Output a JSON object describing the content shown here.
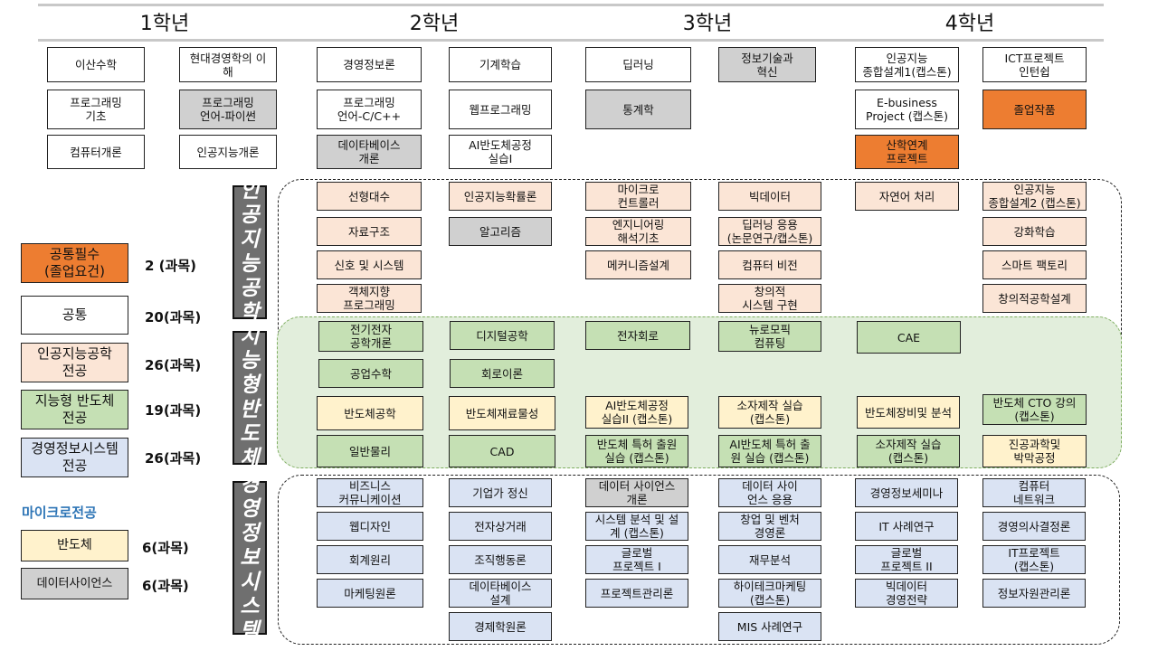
{
  "years": [
    "1학년",
    "2학년",
    "3학년",
    "4학년"
  ],
  "tracks": {
    "ai": "인\n공\n지\n능\n공\n학",
    "semi": "지\n능\n형\n반\n도\n체",
    "mis": "경\n영\n정\n보\n시\n스\n템"
  },
  "colors": {
    "required": "#ed7d31",
    "common": "#ffffff",
    "ai": "#fbe5d6",
    "semiconductor": "#c5e0b4",
    "mis": "#dae3f3",
    "micro_semiconductor": "#fff2cc",
    "micro_data_science": "#d0d0d0"
  },
  "legend": [
    {
      "label": "공통필수\n(졸업요건)",
      "count": "2 (과목)"
    },
    {
      "label": "공통",
      "count": "20(과목)"
    },
    {
      "label": "인공지능공학\n전공",
      "count": "26(과목)"
    },
    {
      "label": "지능형 반도체\n전공",
      "count": "19(과목)"
    },
    {
      "label": "경영정보시스템\n전공",
      "count": "26(과목)"
    }
  ],
  "micro": {
    "title": "마이크로전공",
    "items": [
      {
        "label": "반도체",
        "count": "6(과목)"
      },
      {
        "label": "데이터사이언스",
        "count": "6(과목)"
      }
    ]
  },
  "courses": [
    "이산수학",
    "현대경영학의 이\n해",
    "프로그래밍\n기초",
    "프로그래밍\n언어-파이썬",
    "컴퓨터개론",
    "인공지능개론",
    "경영정보론",
    "기계학습",
    "프로그래밍\n언어-C/C++",
    "웹프로그래밍",
    "데이타베이스\n개론",
    "AI반도체공정\n실습I",
    "딥러닝",
    "정보기술과\n혁신",
    "통계학",
    "인공지능\n종합설계1(캡스톤)",
    "ICT프로젝트\n인턴쉽",
    "E-business\nProject (캡스톤)",
    "졸업작품",
    "산학연계\n프로젝트",
    "선형대수",
    "인공지능확률론",
    "마이크로\n컨트롤러",
    "빅데이터",
    "자연어 처리",
    "인공지능\n종합설계2 (캡스톤)",
    "자료구조",
    "알고리즘",
    "엔지니어링\n해석기초",
    "딥러닝 응용\n(논문연구/캡스톤)",
    "강화학습",
    "신호 및 시스템",
    "메커니즘설계",
    "컴퓨터 비전",
    "스마트 팩토리",
    "객체지향\n프로그래밍",
    "창의적\n시스템 구현",
    "창의적공학설계",
    "전기전자\n공학개론",
    "디지털공학",
    "전자회로",
    "뉴로모픽\n컴퓨팅",
    "CAE",
    "공업수학",
    "회로이론",
    "반도체공학",
    "반도체재료물성",
    "AI반도체공정\n실습II (캡스톤)",
    "소자제작 실습\n(캡스톤)",
    "반도체장비및 분석",
    "반도체 CTO 강의\n(캡스톤)",
    "일반물리",
    "CAD",
    "반도체 특허 출원\n실습 (캡스톤)",
    "AI반도체 특허 출\n원 실습 (캡스톤)",
    "소자제작 실습\n(캡스톤)",
    "진공과학및\n박막공정",
    "비즈니스\n커뮤니케이션",
    "기업가 정신",
    "데이터 사이언스\n개론",
    "데이터 사이\n언스 응용",
    "경영정보세미나",
    "컴퓨터\n네트워크",
    "웹디자인",
    "전자상거래",
    "시스템 분석 및 설\n계 (캡스톤)",
    "창업 및 벤처\n경영론",
    "IT 사례연구",
    "경영의사결정론",
    "회계원리",
    "조직행동론",
    "글로벌\n프로젝트 I",
    "재무분석",
    "글로벌\n프로젝트 II",
    "IT프로젝트\n(캡스톤)",
    "마케팅원론",
    "데이타베이스\n설계",
    "프로젝트관리론",
    "하이테크마케팅\n(캡스톤)",
    "빅데이터\n경영전략",
    "정보자원관리론",
    "경제학원론",
    "MIS 사례연구"
  ]
}
